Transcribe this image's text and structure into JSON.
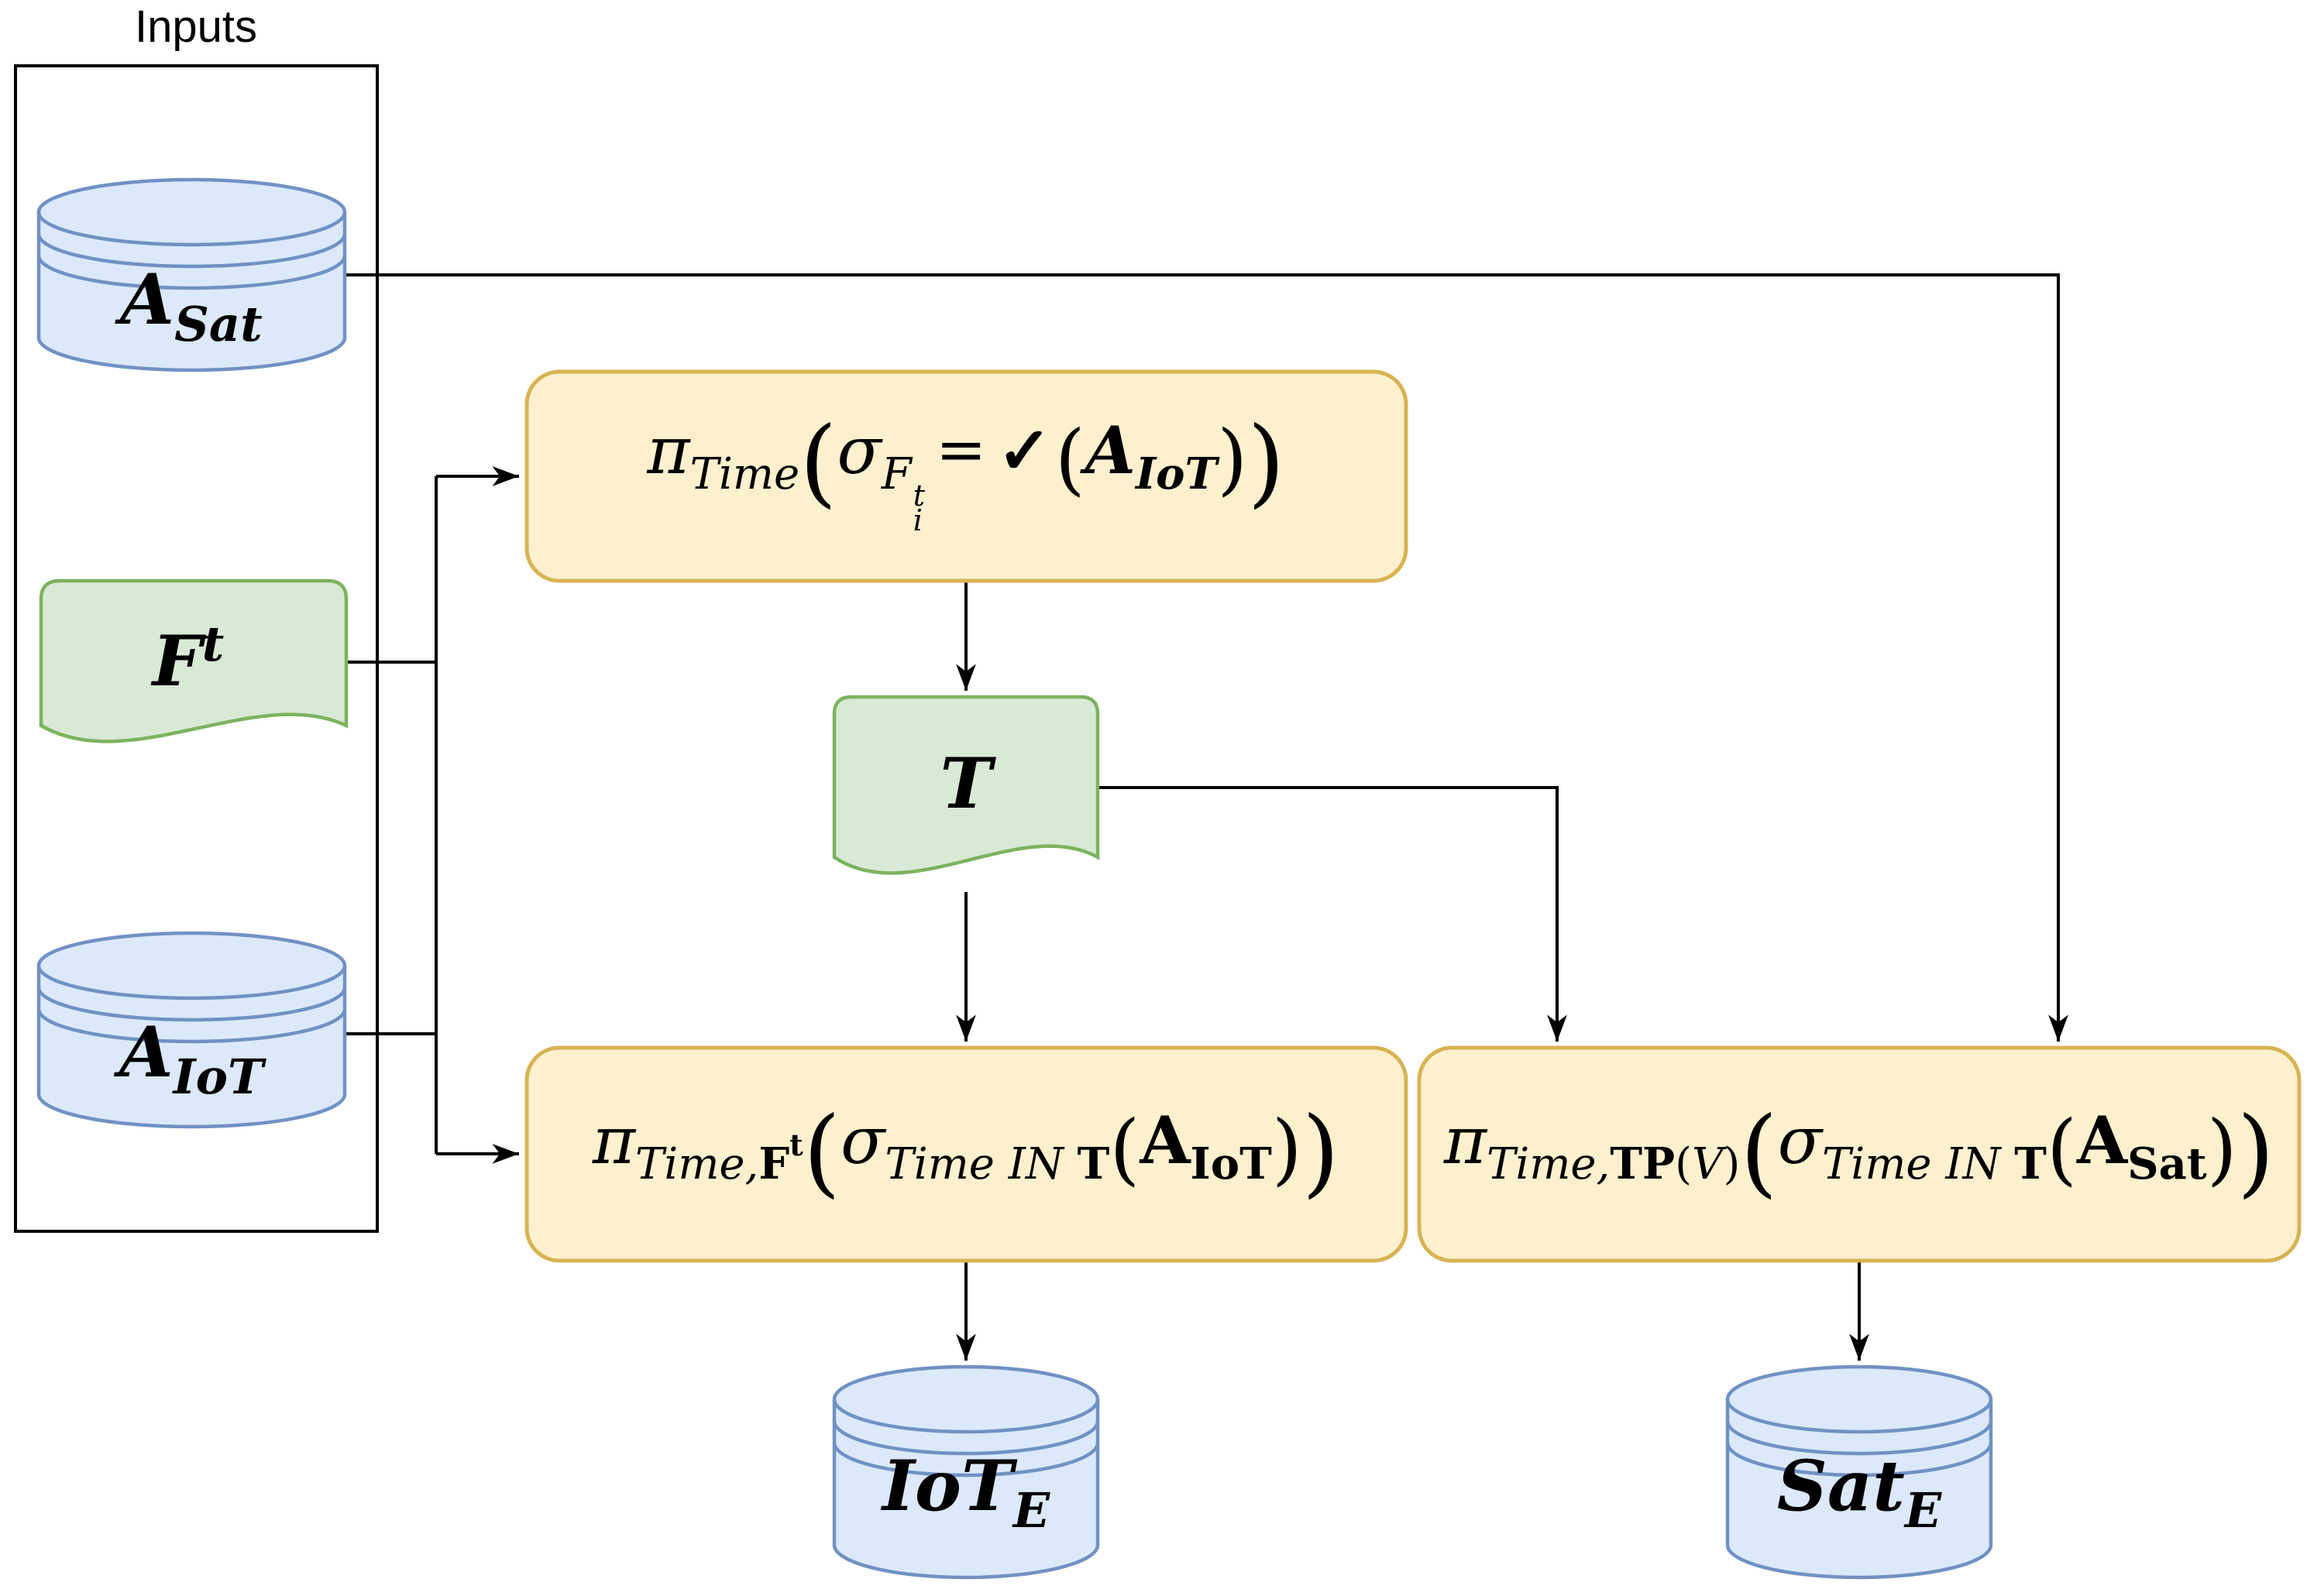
{
  "inputs_group": {
    "label": "Inputs"
  },
  "palette": {
    "datastore_fill": "#dbe9fb",
    "datastore_stroke": "#7191c4",
    "document_fill": "#d8e9d6",
    "document_stroke": "#7cb35e",
    "process_fill": "#fcf0ce",
    "process_stroke": "#d8b353",
    "line": "#000000",
    "text": "#000000",
    "background": "#ffffff"
  },
  "nodes": {
    "a_sat": {
      "kind": "datastore",
      "tokens": [
        {
          "t": "A",
          "c": "nb"
        },
        {
          "t": "Sat",
          "c": "nsub"
        }
      ]
    },
    "f_t": {
      "kind": "document",
      "tokens": [
        {
          "t": "F",
          "c": "nb"
        },
        {
          "t": "t",
          "c": "nsup"
        }
      ]
    },
    "a_iot": {
      "kind": "datastore",
      "tokens": [
        {
          "t": "A",
          "c": "nb"
        },
        {
          "t": "IoT",
          "c": "nsub"
        }
      ]
    },
    "t": {
      "kind": "document",
      "tokens": [
        {
          "t": "T",
          "c": "nb"
        }
      ]
    },
    "iot_e": {
      "kind": "datastore",
      "tokens": [
        {
          "t": "IoT",
          "c": "nb"
        },
        {
          "t": "E",
          "c": "nsub"
        }
      ]
    },
    "sat_e": {
      "kind": "datastore",
      "tokens": [
        {
          "t": "Sat",
          "c": "nb"
        },
        {
          "t": "E",
          "c": "nsub"
        }
      ]
    },
    "proc_filter": {
      "kind": "process",
      "tokens": [
        {
          "t": "π",
          "c": "v"
        },
        {
          "t": "Time",
          "c": "s"
        },
        {
          "t": "(",
          "c": "P"
        },
        {
          "t": "σ",
          "c": "v"
        },
        {
          "t": "F",
          "c": "s"
        },
        {
          "stk": [
            "t",
            "i"
          ],
          "c": "ss"
        },
        {
          "t": "=",
          "c": "o"
        },
        {
          "t": "✓",
          "c": "k"
        },
        {
          "t": "(",
          "c": "p"
        },
        {
          "t": "A",
          "c": "bi"
        },
        {
          "t": "IoT",
          "c": "sbi"
        },
        {
          "t": ")",
          "c": "p"
        },
        {
          "t": ")",
          "c": "P"
        }
      ]
    },
    "proc_iot": {
      "kind": "process",
      "tokens": [
        {
          "t": "π",
          "c": "v"
        },
        {
          "t": "Time,",
          "c": "s"
        },
        {
          "t": "F",
          "c": "sb"
        },
        {
          "t": "t",
          "c": "ssb"
        },
        {
          "t": "(",
          "c": "P"
        },
        {
          "t": "σ",
          "c": "v"
        },
        {
          "t": "Time IN ",
          "c": "s"
        },
        {
          "t": "T",
          "c": "sb"
        },
        {
          "t": "(",
          "c": "p"
        },
        {
          "t": "A",
          "c": "b"
        },
        {
          "t": "IoT",
          "c": "sb"
        },
        {
          "t": ")",
          "c": "p"
        },
        {
          "t": ")",
          "c": "P"
        }
      ]
    },
    "proc_sat": {
      "kind": "process",
      "tokens": [
        {
          "t": "π",
          "c": "v"
        },
        {
          "t": "Time,",
          "c": "s"
        },
        {
          "t": "TP",
          "c": "sb"
        },
        {
          "t": "(",
          "c": "sr"
        },
        {
          "t": "V",
          "c": "s"
        },
        {
          "t": ")",
          "c": "sr"
        },
        {
          "t": "(",
          "c": "P"
        },
        {
          "t": "σ",
          "c": "v"
        },
        {
          "t": "Time IN ",
          "c": "s"
        },
        {
          "t": "T",
          "c": "sb"
        },
        {
          "t": "(",
          "c": "p"
        },
        {
          "t": "A",
          "c": "b"
        },
        {
          "t": "Sat",
          "c": "sb"
        },
        {
          "t": ")",
          "c": "p"
        },
        {
          "t": ")",
          "c": "P"
        }
      ]
    }
  },
  "edges": [
    {
      "from": "a_sat",
      "to": "proc_sat"
    },
    {
      "from": "f_t",
      "to": "proc_filter"
    },
    {
      "from": "a_iot",
      "to": "proc_filter"
    },
    {
      "from": "f_t",
      "to": "proc_iot"
    },
    {
      "from": "a_iot",
      "to": "proc_iot"
    },
    {
      "from": "proc_filter",
      "to": "t"
    },
    {
      "from": "t",
      "to": "proc_iot"
    },
    {
      "from": "t",
      "to": "proc_sat"
    },
    {
      "from": "proc_iot",
      "to": "iot_e"
    },
    {
      "from": "proc_sat",
      "to": "sat_e"
    }
  ]
}
